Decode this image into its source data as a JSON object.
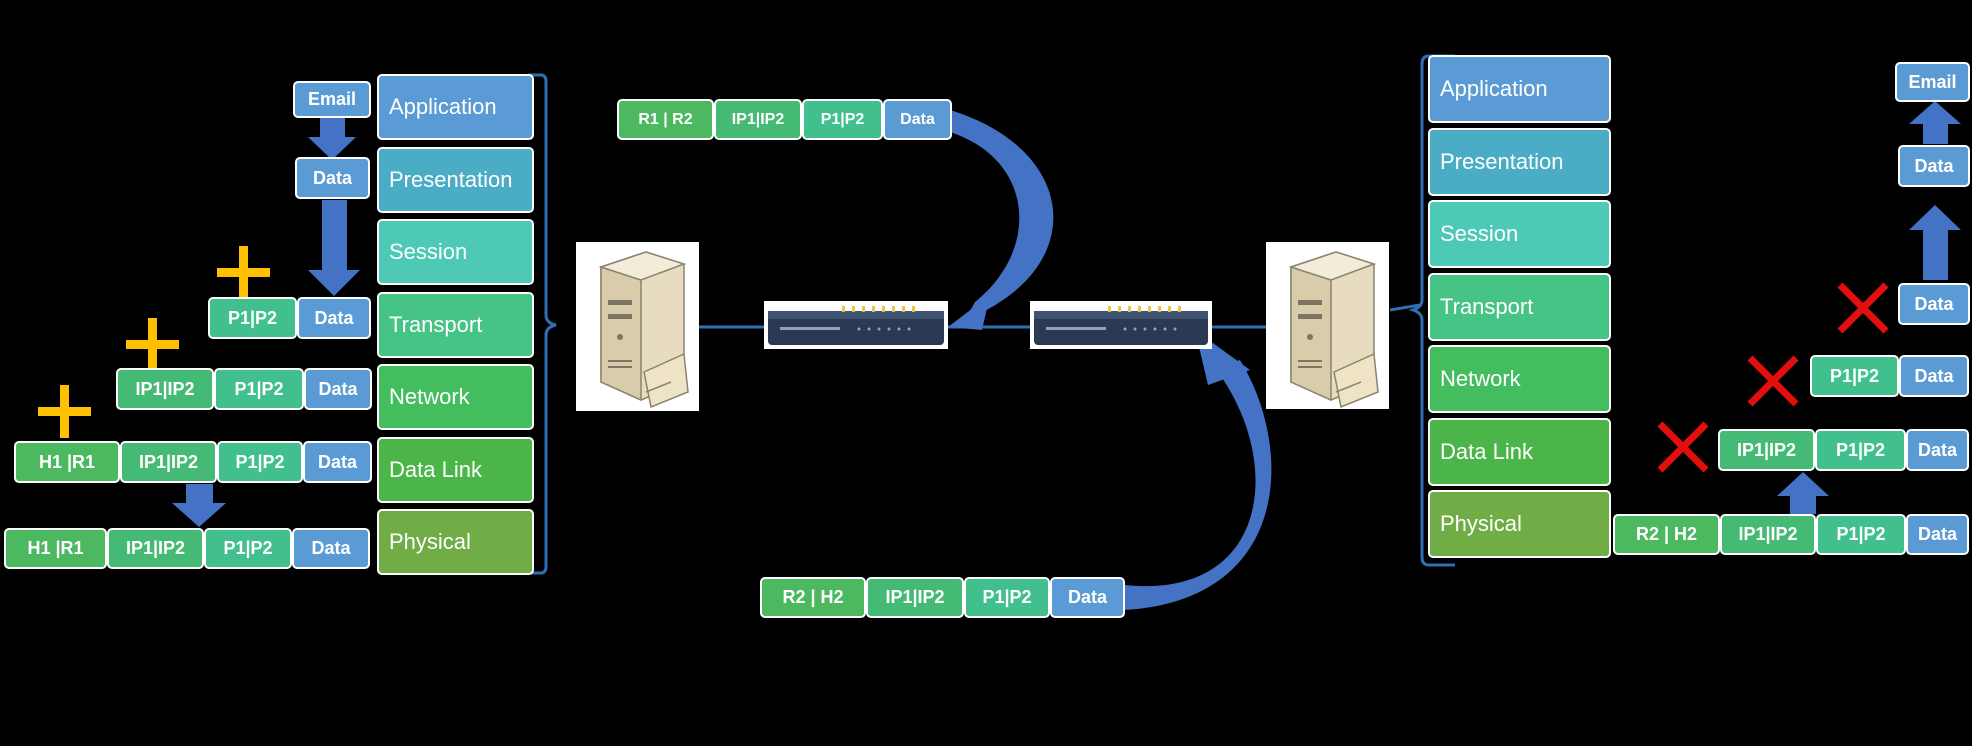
{
  "layers": [
    "Application",
    "Presentation",
    "Session",
    "Transport",
    "Network",
    "Data Link",
    "Physical"
  ],
  "colors": {
    "application": "#5b9bd5",
    "presentation": "#4bacc6",
    "session": "#4dc9b6",
    "transport": "#45c486",
    "network": "#44bd5e",
    "data_link": "#4bb54a",
    "physical": "#70ad47",
    "header_green": "#4cb960",
    "ip_green": "#45ba74",
    "port_green": "#41c08e",
    "data_blue": "#5b9bd5",
    "arrow_blue": "#4472c4",
    "plus_gold": "#ffc000",
    "cross_red": "#e30f0f",
    "link_blue": "#2f6fb5"
  },
  "icons": [
    "plus-icon",
    "cross-icon",
    "down-arrow-icon",
    "up-arrow-icon",
    "server-icon",
    "router-icon"
  ],
  "sender": {
    "email": "Email",
    "data": "Data",
    "transport_segment": [
      "P1|P2",
      "Data"
    ],
    "network_packet": [
      "IP1|IP2",
      "P1|P2",
      "Data"
    ],
    "frame": [
      "H1 |R1",
      "IP1|IP2",
      "P1|P2",
      "Data"
    ],
    "frame_out": [
      "H1 |R1",
      "IP1|IP2",
      "P1|P2",
      "Data"
    ]
  },
  "router_hop_1": [
    "R1 |  R2",
    "IP1|IP2",
    "P1|P2",
    "Data"
  ],
  "router_hop_2": [
    "R2 | H2",
    "IP1|IP2",
    "P1|P2",
    "Data"
  ],
  "receiver": {
    "frame_in": [
      "R2 | H2",
      "IP1|IP2",
      "P1|P2",
      "Data"
    ],
    "network_packet": [
      "IP1|IP2",
      "P1|P2",
      "Data"
    ],
    "transport_segment": [
      "P1|P2",
      "Data"
    ],
    "data": "Data",
    "data_top": "Data",
    "email": "Email"
  }
}
